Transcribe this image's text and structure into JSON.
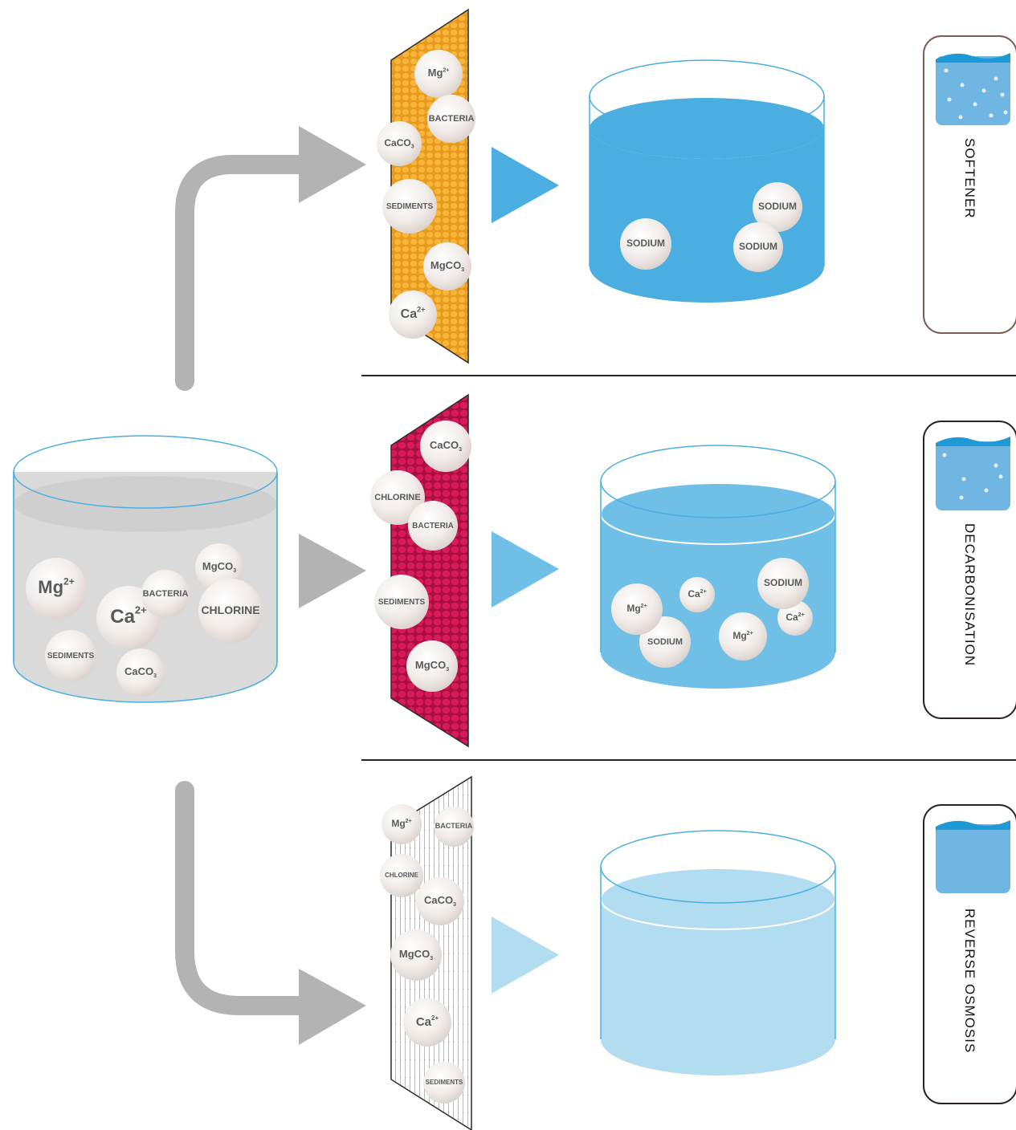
{
  "colors": {
    "arrow_gray": "#b3b3b3",
    "blue_dark": "#4aaee0",
    "blue_mid": "#70bfe6",
    "blue_light": "#b2dcf0",
    "filter_orange": "#f6ae2d",
    "filter_red": "#d81a5c",
    "divider": "#2b2220"
  },
  "source_tank": {
    "particles": [
      {
        "text": "Mg",
        "sup": "2+",
        "sub": ""
      },
      {
        "text": "Ca",
        "sup": "2+",
        "sub": ""
      },
      {
        "text": "BACTERIA",
        "sup": "",
        "sub": ""
      },
      {
        "text": "MgCO",
        "sup": "",
        "sub": "3"
      },
      {
        "text": "CHLORINE",
        "sup": "",
        "sub": ""
      },
      {
        "text": "SEDIMENTS",
        "sup": "",
        "sub": ""
      },
      {
        "text": "CaCO",
        "sup": "",
        "sub": "3"
      }
    ]
  },
  "methods": [
    {
      "label": "SOFTENER",
      "filter_style": "orange-dots",
      "filter_particles": [
        {
          "text": "Mg",
          "sup": "2+",
          "sub": ""
        },
        {
          "text": "BACTERIA",
          "sup": "",
          "sub": ""
        },
        {
          "text": "CaCO",
          "sup": "",
          "sub": "3"
        },
        {
          "text": "SEDIMENTS",
          "sup": "",
          "sub": ""
        },
        {
          "text": "MgCO",
          "sup": "",
          "sub": "3"
        },
        {
          "text": "Ca",
          "sup": "2+",
          "sub": ""
        }
      ],
      "result_particles": [
        {
          "text": "SODIUM",
          "sup": "",
          "sub": ""
        },
        {
          "text": "SODIUM",
          "sup": "",
          "sub": ""
        },
        {
          "text": "SODIUM",
          "sup": "",
          "sub": ""
        }
      ]
    },
    {
      "label": "DECARBONISATION",
      "filter_style": "red-dots",
      "filter_particles": [
        {
          "text": "CaCO",
          "sup": "",
          "sub": "3"
        },
        {
          "text": "CHLORINE",
          "sup": "",
          "sub": ""
        },
        {
          "text": "BACTERIA",
          "sup": "",
          "sub": ""
        },
        {
          "text": "SEDIMENTS",
          "sup": "",
          "sub": ""
        },
        {
          "text": "MgCO",
          "sup": "",
          "sub": "3"
        }
      ],
      "result_particles": [
        {
          "text": "Ca",
          "sup": "2+",
          "sub": ""
        },
        {
          "text": "SODIUM",
          "sup": "",
          "sub": ""
        },
        {
          "text": "Mg",
          "sup": "2+",
          "sub": ""
        },
        {
          "text": "Ca",
          "sup": "2+",
          "sub": ""
        },
        {
          "text": "SODIUM",
          "sup": "",
          "sub": ""
        },
        {
          "text": "Mg",
          "sup": "2+",
          "sub": ""
        }
      ]
    },
    {
      "label": "REVERSE OSMOSIS",
      "filter_style": "grid-mesh",
      "filter_particles": [
        {
          "text": "Mg",
          "sup": "2+",
          "sub": ""
        },
        {
          "text": "BACTERIA",
          "sup": "",
          "sub": ""
        },
        {
          "text": "CHLORINE",
          "sup": "",
          "sub": ""
        },
        {
          "text": "CaCO",
          "sup": "",
          "sub": "3"
        },
        {
          "text": "MgCO",
          "sup": "",
          "sub": "3"
        },
        {
          "text": "Ca",
          "sup": "2+",
          "sub": ""
        },
        {
          "text": "SEDIMENTS",
          "sup": "",
          "sub": ""
        }
      ],
      "result_particles": []
    }
  ]
}
